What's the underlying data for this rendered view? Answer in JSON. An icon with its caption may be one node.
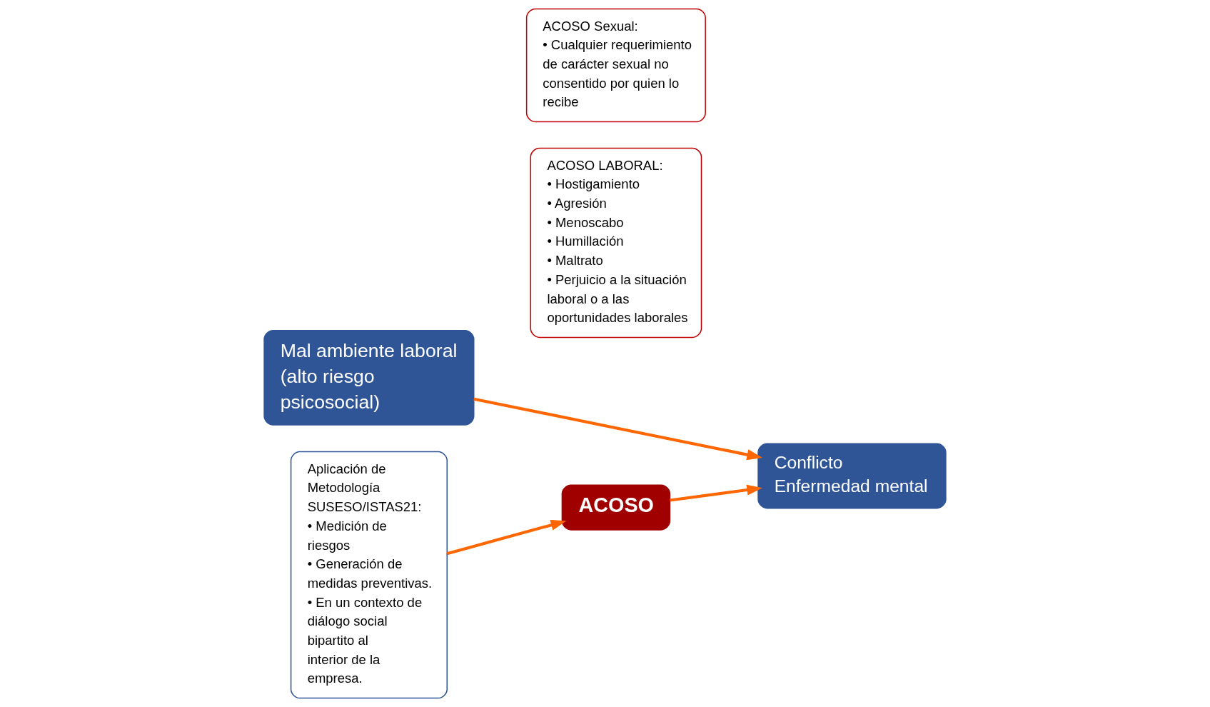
{
  "diagram": {
    "nodes": [
      {
        "text": [
          "Mal ambiente laboral (alto riesgo psicosocial)"
        ]
      },
      {
        "text": [
          "Aplicación de Metodología SUSESO/ISTAS21:",
          "• Medición de riesgos",
          "• Generación de medidas preventivas.",
          "• En un contexto de diálogo social bipartito al interior de la empresa."
        ]
      },
      {
        "text": [
          "Conflicto",
          "Enfermedad mental"
        ]
      },
      {
        "text": [
          "ACOSO"
        ]
      },
      {
        "text": [
          "ACOSO LABORAL:",
          "• Hostigamiento",
          "• Agresión",
          "• Menoscabo",
          "• Humillación",
          "• Maltrato",
          "• Perjuicio a la situación laboral o a las oportunidades laborales"
        ]
      },
      {
        "text": [
          "ACOSO Sexual:",
          "• Cualquier requerimiento de carácter sexual no consentido por quien lo recibe"
        ]
      }
    ],
    "edges": [
      {
        "from": 0,
        "to": 2,
        "arrow": "to"
      },
      {
        "from": 1,
        "to": 3,
        "arrow": "to"
      },
      {
        "from": 3,
        "to": 2,
        "arrow": "to"
      }
    ]
  }
}
